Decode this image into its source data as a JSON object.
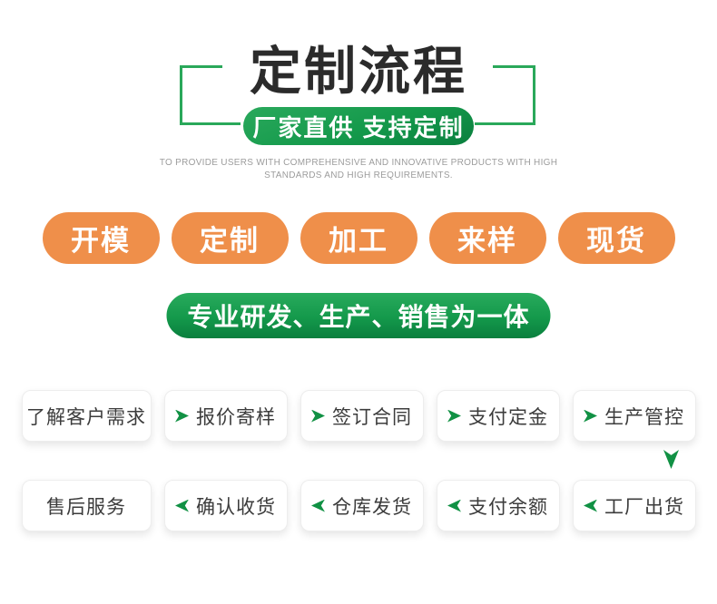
{
  "header": {
    "title": "定制流程",
    "badge_label": "厂家直供 支持定制",
    "subtitle_line1": "TO PROVIDE USERS WITH COMPREHENSIVE AND INNOVATIVE PRODUCTS WITH HIGH",
    "subtitle_line2": "STANDARDS AND HIGH REQUIREMENTS."
  },
  "capability_pills": [
    {
      "label": "开模"
    },
    {
      "label": "定制"
    },
    {
      "label": "加工"
    },
    {
      "label": "来样"
    },
    {
      "label": "现货"
    }
  ],
  "banner_label": "专业研发、生产、销售为一体",
  "flow": {
    "forward_steps": [
      {
        "label": "了解客户需求",
        "arrow": "none"
      },
      {
        "label": "报价寄样",
        "arrow": "right"
      },
      {
        "label": "签订合同",
        "arrow": "right"
      },
      {
        "label": "支付定金",
        "arrow": "right"
      },
      {
        "label": "生产管控",
        "arrow": "right"
      }
    ],
    "return_steps": [
      {
        "label": "售后服务",
        "arrow": "none"
      },
      {
        "label": "确认收货",
        "arrow": "left"
      },
      {
        "label": "仓库发货",
        "arrow": "left"
      },
      {
        "label": "支付余额",
        "arrow": "left"
      },
      {
        "label": "工厂出货",
        "arrow": "left"
      }
    ],
    "connector_icon": "down-arrowhead"
  },
  "colors": {
    "green_primary": "#119144",
    "green_bright": "#2aa85a",
    "green_dark": "#0a7f3e",
    "orange": "#ef8f4a",
    "title_text": "#2b2b2b",
    "subtitle_text": "#9c9c9c",
    "box_text": "#3c3c3c"
  }
}
